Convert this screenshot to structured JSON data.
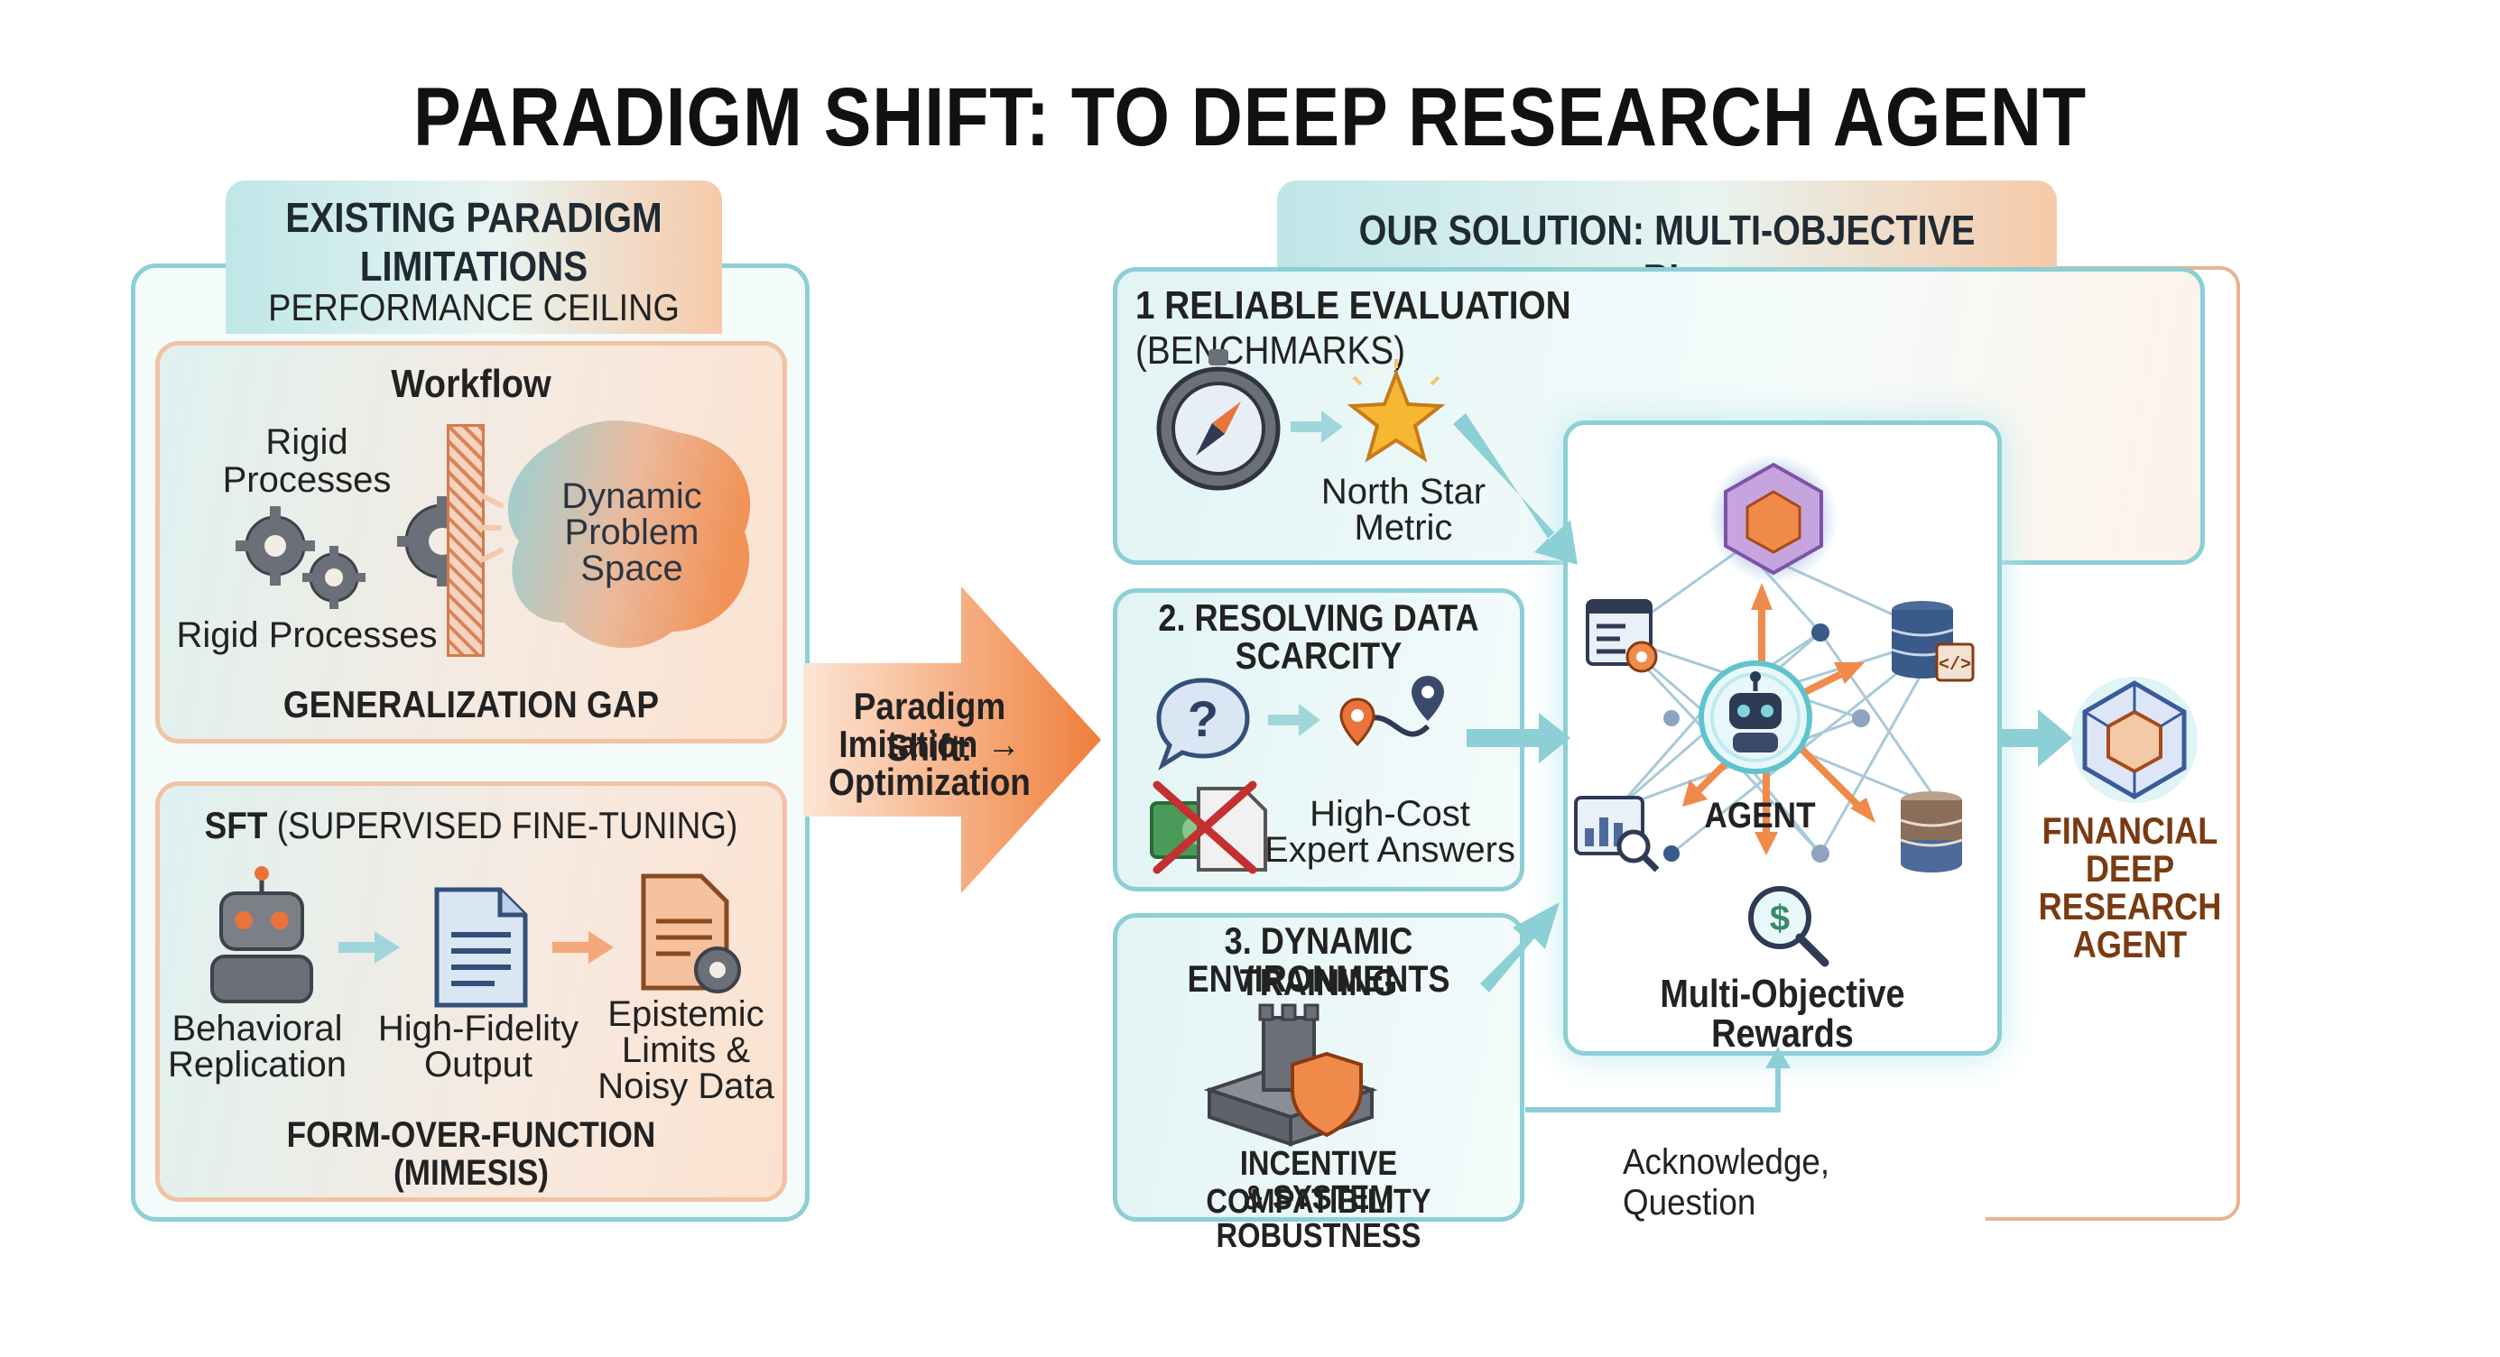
{
  "title": "PARADIGM SHIFT: TO DEEP RESEARCH AGENT",
  "left": {
    "tab_line1": "EXISTING PARADIGM",
    "tab_line2": "LIMITATIONS",
    "subtitle": "PERFORMANCE CEILING",
    "workflow": {
      "heading": "Workflow",
      "rigid_top_1": "Rigid",
      "rigid_top_2": "Processes",
      "rigid_bottom": "Rigid Processes",
      "dynamic_1": "Dynamic",
      "dynamic_2": "Problem",
      "dynamic_3": "Space",
      "footer": "GENERALIZATION GAP"
    },
    "sft": {
      "heading_bold": "SFT",
      "heading_rest": " (SUPERVISED FINE-TUNING)",
      "behavioral_1": "Behavioral",
      "behavioral_2": "Replication",
      "fidelity_1": "High-Fidelity",
      "fidelity_2": "Output",
      "epistemic_1": "Epistemic",
      "epistemic_2": "Limits &",
      "epistemic_3": "Noisy Data",
      "footer_1": "FORM-OVER-FUNCTION",
      "footer_2": "(MIMESIS)"
    }
  },
  "middle": {
    "line1": "Paradigm Shift:",
    "line2": "Imitation →",
    "line3": "Optimization"
  },
  "right": {
    "tab": "OUR SOLUTION: MULTI-OBJECTIVE RL",
    "eval": {
      "heading_bold": "1 RELIABLE EVALUATION",
      "heading_rest": " (BENCHMARKS)",
      "north_1": "North Star",
      "north_2": "Metric"
    },
    "data": {
      "heading_1": "2. RESOLVING DATA",
      "heading_2": "SCARCITY",
      "cost_1": "High-Cost",
      "cost_2": "Expert Answers"
    },
    "env": {
      "heading_1": "3. DYNAMIC TRAINING",
      "heading_2": "ENVIRONMENTS",
      "footer_1": "INCENTIVE COMPATIBILITY",
      "footer_2": "& SYSTEM ROBUSTNESS"
    },
    "agent": {
      "label": "AGENT",
      "rewards_1": "Multi-Objective",
      "rewards_2": "Rewards"
    },
    "feedback": "Acknowledge, Question"
  },
  "output": {
    "line1": "FINANCIAL",
    "line2": "DEEP",
    "line3": "RESEARCH",
    "line4": "AGENT"
  },
  "colors": {
    "teal": "#8ccfd4",
    "orange": "#f08a4b",
    "brown": "#7a3a10",
    "navy": "#2d4060"
  }
}
